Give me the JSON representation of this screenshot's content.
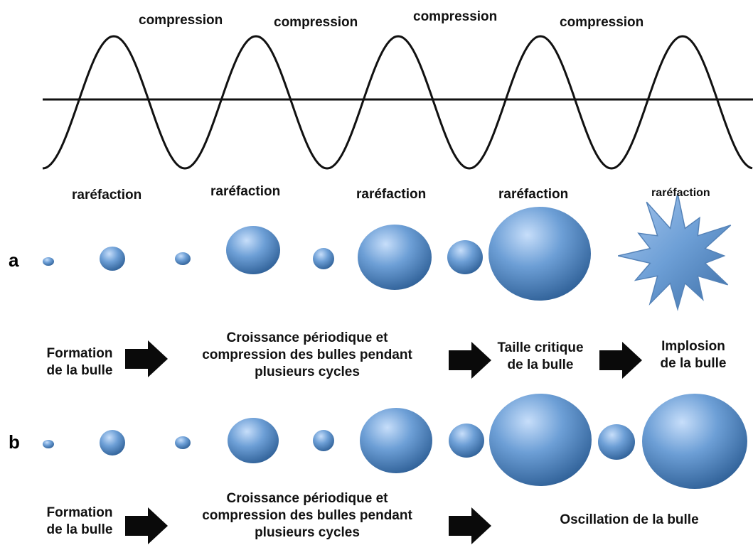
{
  "wave": {
    "compression_labels": [
      "compression",
      "compression",
      "compression",
      "compression"
    ],
    "rarefaction_labels": [
      "raréfaction",
      "raréfaction",
      "raréfaction",
      "raréfaction",
      "raréfaction"
    ]
  },
  "row_a": {
    "letter": "a",
    "steps": [
      {
        "text": "Formation\nde la bulle"
      },
      {
        "text": "Croissance périodique et\ncompression des bulles pendant\nplusieurs cycles"
      },
      {
        "text": "Taille critique\nde la bulle"
      },
      {
        "text": "Implosion\nde la bulle"
      }
    ]
  },
  "row_b": {
    "letter": "b",
    "steps": [
      {
        "text": "Formation\nde la bulle"
      },
      {
        "text": "Croissance périodique et\ncompression des bulles pendant\nplusieurs cycles"
      },
      {
        "text": "Oscillation de la bulle"
      }
    ]
  },
  "colors": {
    "bubble_light": "#c7defa",
    "bubble_mid": "#6d9fd6",
    "bubble_dark": "#2e5f96",
    "wave": "#111111",
    "arrow": "#0a0a0a"
  },
  "icons": {
    "step_arrow": "right-arrow-icon",
    "implosion": "star-burst-icon"
  }
}
